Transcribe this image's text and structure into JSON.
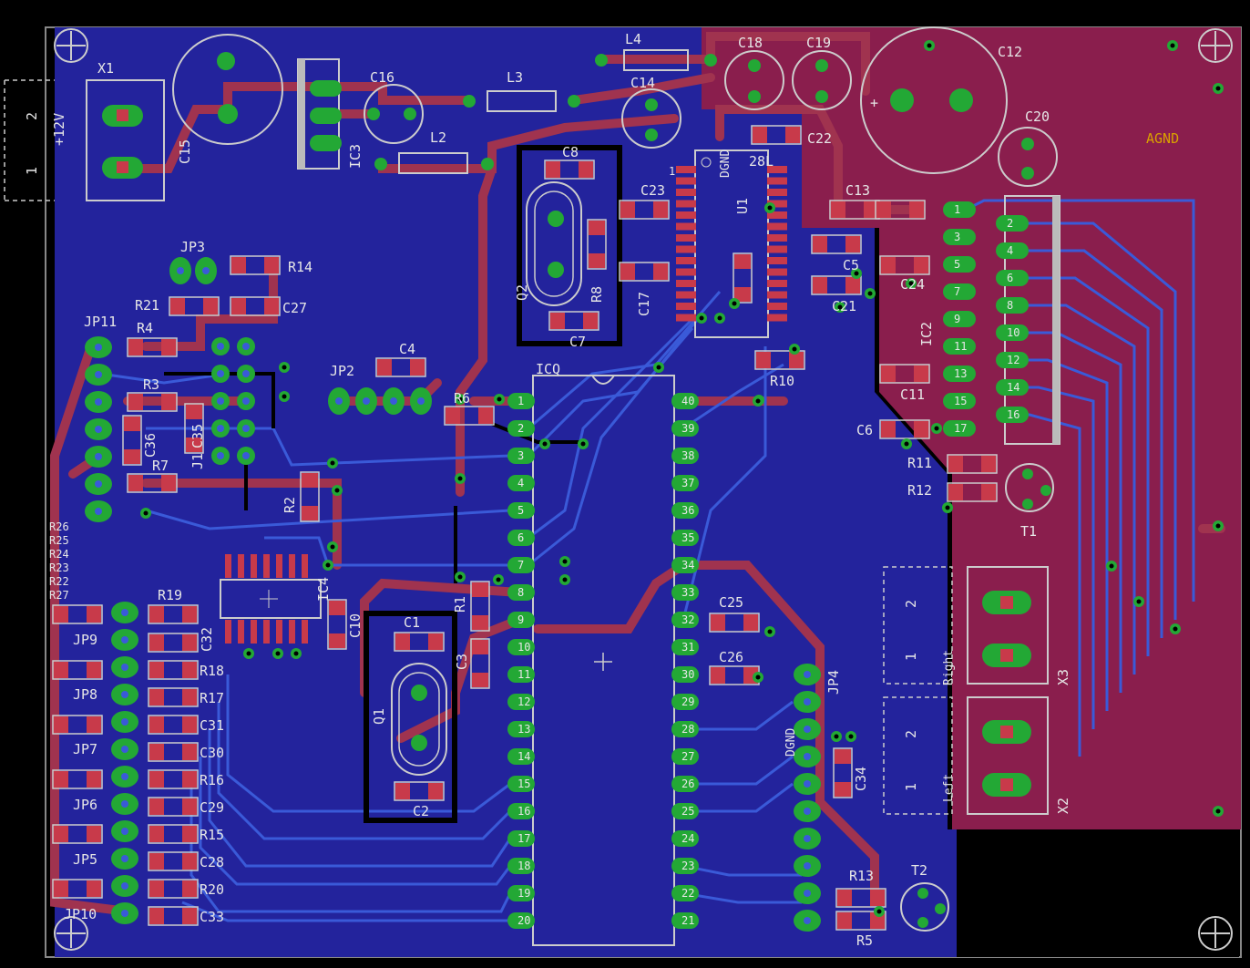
{
  "colors": {
    "background": "#000000",
    "ground_plane_bottom": "#23239c",
    "ground_plane_top": "#8a1e4d",
    "trace_top": "#a0334f",
    "trace_bottom": "#3a5ad8",
    "pad": "#23a835",
    "silkscreen": "#e6e6e6",
    "smd_pad": "#c83a4a",
    "agnd_label": "#d9a000"
  },
  "board": {
    "agnd_label": "AGND",
    "dgnd_label_1": "DGND",
    "dgnd_label_2": "DGND"
  },
  "components": {
    "X1": "X1",
    "X1_plus12": "+12V",
    "X1_pin2": "2",
    "X1_pin1": "1",
    "C15": "C15",
    "IC3": "IC3",
    "C16": "C16",
    "L2": "L2",
    "L3": "L3",
    "L4": "L4",
    "C14": "C14",
    "C18": "C18",
    "C19": "C19",
    "C12": "C12",
    "C20": "C20",
    "C8": "C8",
    "C7": "C7",
    "Q2": "Q2",
    "R8": "R8",
    "C23": "C23",
    "C17": "C17",
    "U1": "U1",
    "U1_28L": "28L",
    "U1_pin1": "1",
    "C22": "C22",
    "C13": "C13",
    "C5": "C5",
    "C21": "C21",
    "C24": "C24",
    "R10": "R10",
    "IC2": "IC2",
    "C11": "C11",
    "C6": "C6",
    "R11": "R11",
    "R12": "R12",
    "T1": "T1",
    "JP3": "JP3",
    "R14": "R14",
    "R21": "R21",
    "C27": "C27",
    "JP11": "JP11",
    "R4": "R4",
    "R3": "R3",
    "R7": "R7",
    "C36": "C36",
    "C35": "C35",
    "J1": "J1",
    "JP2": "JP2",
    "C4": "C4",
    "R6": "R6",
    "ICQ": "ICQ",
    "R2": "R2",
    "R26": "R26",
    "R25": "R25",
    "R24": "R24",
    "R23": "R23",
    "R22": "R22",
    "R27": "R27",
    "R19": "R19",
    "IC4": "IC4",
    "C10": "C10",
    "R1": "R1",
    "C3": "C3",
    "C1": "C1",
    "C2": "C2",
    "Q1": "Q1",
    "C32": "C32",
    "R18": "R18",
    "R17": "R17",
    "C31": "C31",
    "C30": "C30",
    "R16": "R16",
    "C29": "C29",
    "R15": "R15",
    "C28": "C28",
    "R20": "R20",
    "C33": "C33",
    "JP9": "JP9",
    "JP8": "JP8",
    "JP7": "JP7",
    "JP6": "JP6",
    "JP5": "JP5",
    "JP10": "JP10",
    "C25": "C25",
    "C26": "C26",
    "JP4": "JP4",
    "C34": "C34",
    "R13": "R13",
    "R5": "R5",
    "T2": "T2",
    "X3": "X3",
    "X2": "X2",
    "Right": "Right",
    "Left": "Left",
    "pin2": "2",
    "pin1": "1"
  },
  "icq_pins_left": [
    "1",
    "2",
    "3",
    "4",
    "5",
    "6",
    "7",
    "8",
    "9",
    "10",
    "11",
    "12",
    "13",
    "14",
    "15",
    "16",
    "17",
    "18",
    "19",
    "20"
  ],
  "icq_pins_right": [
    "40",
    "39",
    "38",
    "37",
    "36",
    "35",
    "34",
    "33",
    "32",
    "31",
    "30",
    "29",
    "28",
    "27",
    "26",
    "25",
    "24",
    "23",
    "22",
    "21"
  ],
  "ic2_pins_left": [
    "1",
    "3",
    "5",
    "7",
    "9",
    "11",
    "13",
    "15",
    "17"
  ],
  "ic2_pins_right": [
    "2",
    "4",
    "6",
    "8",
    "10",
    "12",
    "14",
    "16"
  ]
}
